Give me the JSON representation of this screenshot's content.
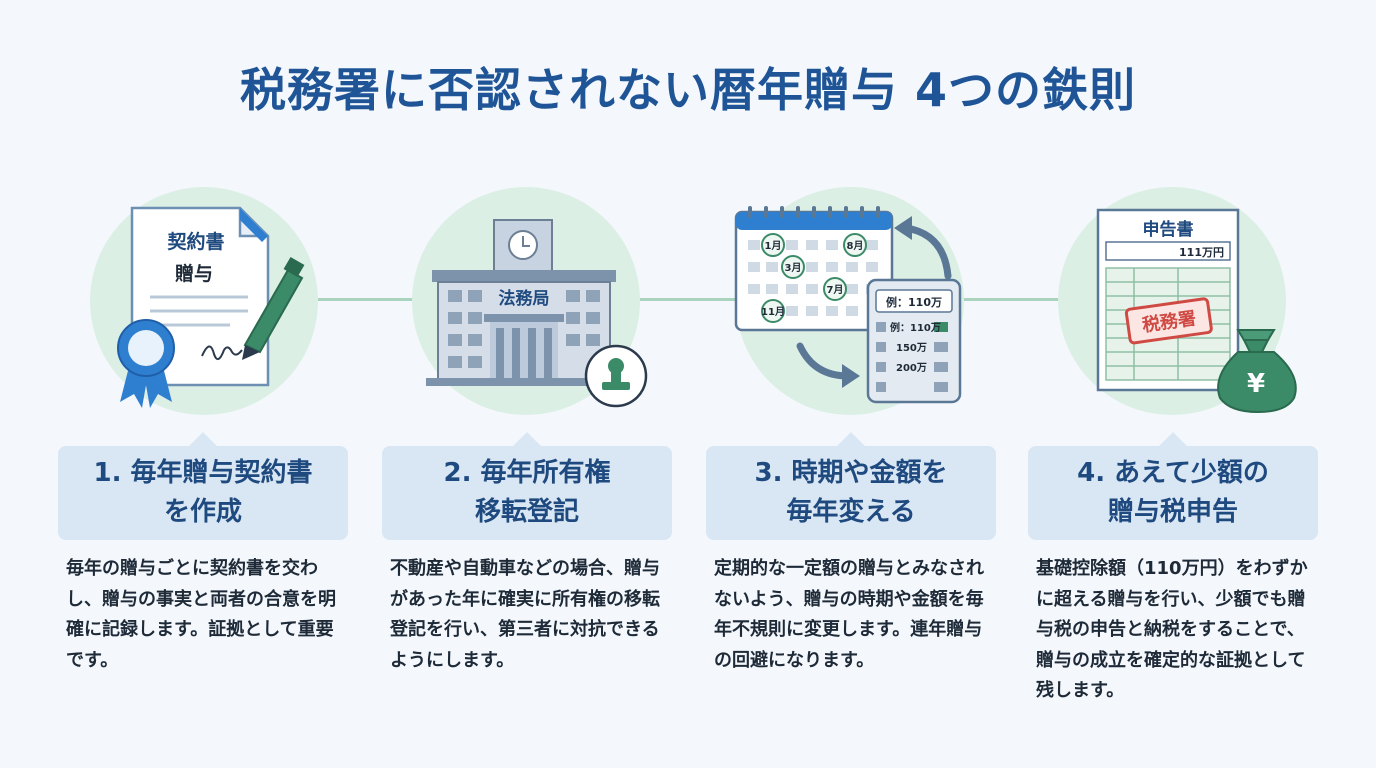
{
  "title": "税務署に否認されない暦年贈与 4つの鉄則",
  "steps": [
    {
      "heading": "1. 毎年贈与契約書\nを作成",
      "description": "毎年の贈与ごとに契約書を交わし、贈与の事実と両者の合意を明確に記録します。証拠として重要です。",
      "doc_title": "契約書",
      "doc_subtitle": "贈与"
    },
    {
      "heading": "2. 毎年所有権\n移転登記",
      "description": "不動産や自動車などの場合、贈与があった年に確実に所有権の移転登記を行い、第三者に対抗できるようにします。",
      "building_label": "法務局"
    },
    {
      "heading": "3. 時期や金額を\n毎年変える",
      "description": "定期的な一定額の贈与とみなされないよう、贈与の時期や金額を毎年不規則に変更します。連年贈与の回避になります。",
      "calendar_marks": [
        "1月",
        "3月",
        "8月",
        "7月",
        "11月"
      ],
      "calc_header": "例：110万",
      "calc_rows": [
        "例：110万",
        "150万",
        "200万"
      ]
    },
    {
      "heading": "4. あえて少額の\n贈与税申告",
      "description": "基礎控除額（110万円）をわずかに超える贈与を行い、少額でも贈与税の申告と納税をすることで、贈与の成立を確定的な証拠として残します。",
      "form_title": "申告書",
      "form_amount": "111万円",
      "stamp_text": "税務署",
      "bag_symbol": "¥"
    }
  ],
  "colors": {
    "title": "#1f5597",
    "heading_text": "#1f4a7f",
    "heading_bg": "#d9e6f3",
    "circle_bg": "#dcefe5",
    "connector": "#a9d3bd",
    "ribbon_blue": "#2f7fd0",
    "green_accent": "#3b8a68",
    "stamp_red": "#d04a44"
  }
}
